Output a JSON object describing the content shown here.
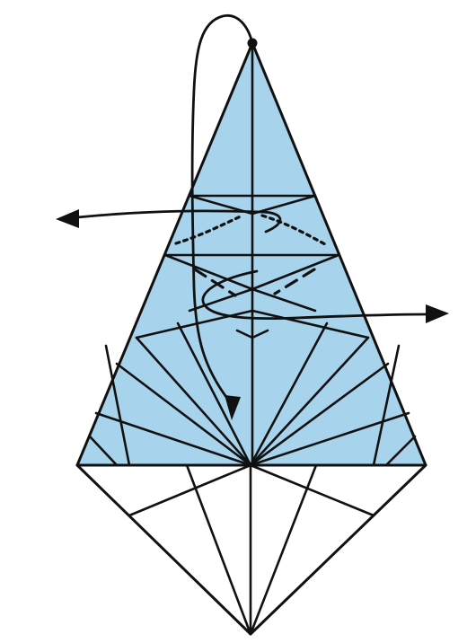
{
  "diagram": {
    "kind": "origami-folding-step",
    "colors": {
      "paper_colored_side": "#a8d3ec",
      "paper_white_side": "#ffffff",
      "lines": "#111111"
    },
    "symbols": [
      "valley-fold-line",
      "mountain-fold-line",
      "fold-down-arrow",
      "open-out-arrow-left",
      "open-out-arrow-right",
      "reference-point-dot"
    ]
  }
}
